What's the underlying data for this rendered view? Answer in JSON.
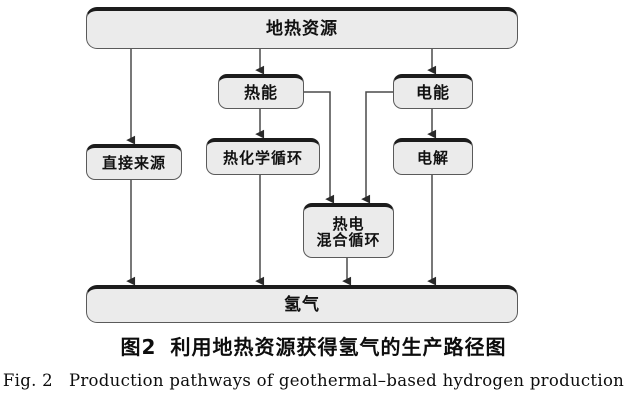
{
  "figure": {
    "caption_cn_number": "图2",
    "caption_cn_text": "利用地热资源获得氢气的生产路径图",
    "caption_en_number": "Fig. 2",
    "caption_en_text": "Production pathways of geothermal–based hydrogen production"
  },
  "colors": {
    "node_fill": "#ebebeb",
    "node_border": "#5a5a5a",
    "node_top_bar": "#1c1c1c",
    "connector": "#4a4a4a",
    "text": "#111111",
    "background": "#ffffff"
  },
  "nodes": {
    "geothermal": {
      "label": "地热资源"
    },
    "thermal_energy": {
      "label": "热能"
    },
    "electric_energy": {
      "label": "电能"
    },
    "direct_source": {
      "label": "直接来源"
    },
    "thermochemical_cycle": {
      "label": "热化学循环"
    },
    "electrolysis": {
      "label": "电解"
    },
    "hybrid_cycle_line1": {
      "label": "热电"
    },
    "hybrid_cycle_line2": {
      "label": "混合循环"
    },
    "hydrogen": {
      "label": "氢气"
    }
  },
  "edges": [
    {
      "from": "geothermal",
      "to": "direct_source",
      "type": "straight"
    },
    {
      "from": "geothermal",
      "to": "thermal_energy",
      "type": "straight"
    },
    {
      "from": "geothermal",
      "to": "electric_energy",
      "type": "straight"
    },
    {
      "from": "thermal_energy",
      "to": "thermochemical_cycle",
      "type": "straight"
    },
    {
      "from": "electric_energy",
      "to": "electrolysis",
      "type": "straight"
    },
    {
      "from": "thermal_energy",
      "to": "hybrid_cycle",
      "type": "elbow"
    },
    {
      "from": "electric_energy",
      "to": "hybrid_cycle",
      "type": "elbow"
    },
    {
      "from": "direct_source",
      "to": "hydrogen",
      "type": "straight"
    },
    {
      "from": "thermochemical_cycle",
      "to": "hydrogen",
      "type": "straight"
    },
    {
      "from": "hybrid_cycle",
      "to": "hydrogen",
      "type": "straight"
    },
    {
      "from": "electrolysis",
      "to": "hydrogen",
      "type": "straight"
    }
  ]
}
